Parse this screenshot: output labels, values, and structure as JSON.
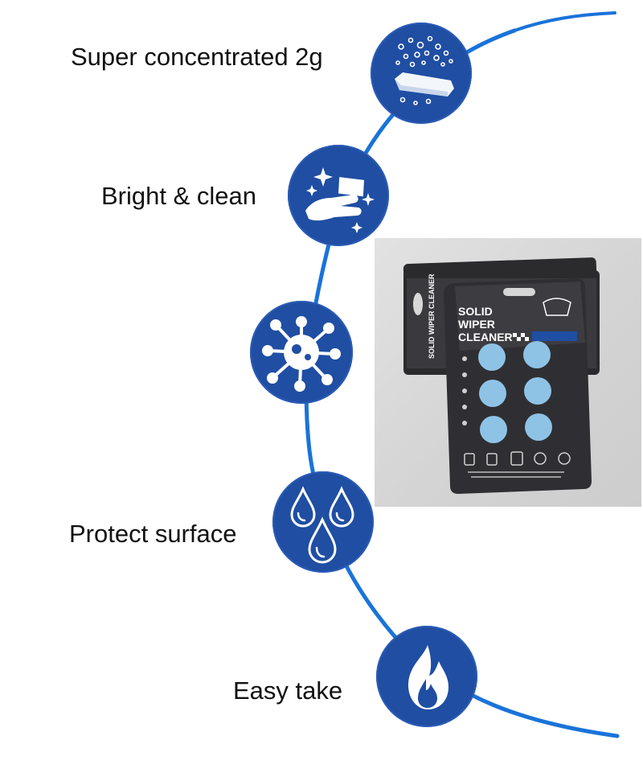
{
  "colors": {
    "accent": "#1f4ea3",
    "arc": "#1a73d9",
    "label_text": "#111111",
    "tablet": "#8fc3e6"
  },
  "features": [
    {
      "label": "Super concentrated 2g",
      "icon": "dissolving-tablet-icon"
    },
    {
      "label": "Bright & clean",
      "icon": "hand-wiping-sparkle-icon"
    },
    {
      "label": "",
      "icon": "germ-icon"
    },
    {
      "label": "Protect surface",
      "icon": "water-drops-icon"
    },
    {
      "label": "Easy take",
      "icon": "flame-icon"
    }
  ],
  "product": {
    "line1": "SOLID",
    "line2": "WIPER",
    "line3": "CLEANER",
    "side_text": "SOLID WIPER CLEANER",
    "tablet_count": 6
  }
}
